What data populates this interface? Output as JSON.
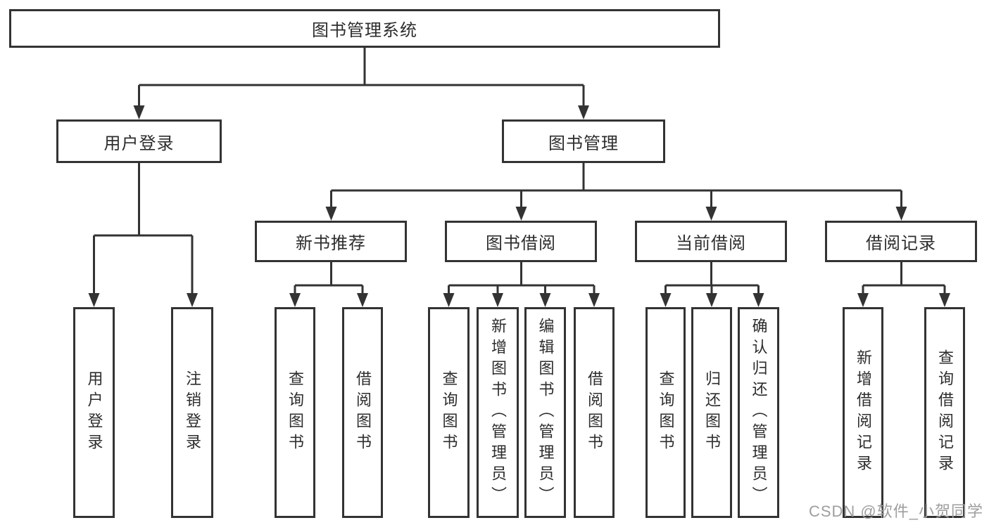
{
  "diagram": {
    "root": {
      "label": "图书管理系统"
    },
    "level2": {
      "user_login": {
        "label": "用户登录"
      },
      "book_management": {
        "label": "图书管理"
      }
    },
    "level3": {
      "new_book_recommendation": {
        "label": "新书推荐"
      },
      "book_borrowing": {
        "label": "图书借阅"
      },
      "current_borrowing": {
        "label": "当前借阅"
      },
      "borrowing_records": {
        "label": "借阅记录"
      }
    },
    "leaves": {
      "user_login_children": [
        "用户登录",
        "注销登录"
      ],
      "new_book_children": [
        "查询图书",
        "借阅图书"
      ],
      "book_borrowing_children": [
        "查询图书",
        "新增图书（管理员）",
        "编辑图书（管理员）",
        "借阅图书"
      ],
      "current_borrowing_children": [
        "查询图书",
        "归还图书",
        "确认归还（管理员）"
      ],
      "borrowing_records_children": [
        "新增借阅记录",
        "查询借阅记录"
      ]
    }
  },
  "watermark": {
    "text": "CSDN @软件_小贺同学"
  },
  "colors": {
    "line": "#333333",
    "text": "#2d2d2d",
    "background": "#ffffff",
    "watermark": "#9e9e9e"
  }
}
